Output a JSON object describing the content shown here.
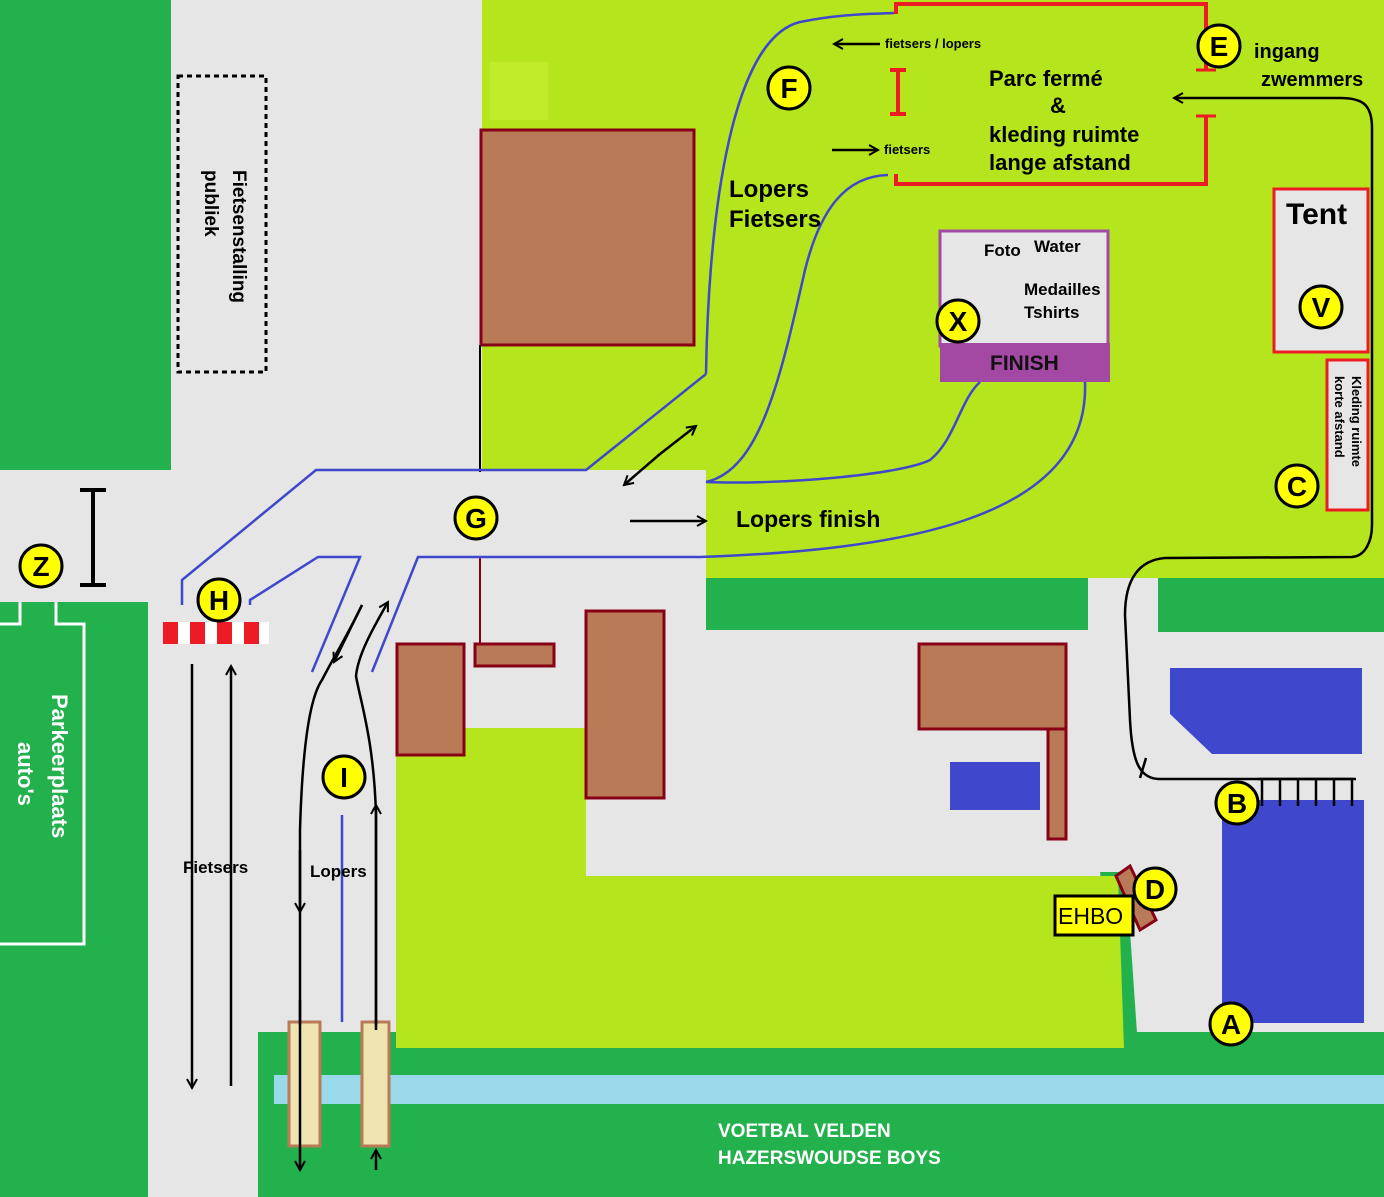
{
  "colors": {
    "road": "#e6e6e6",
    "grass_dark": "#23b14d",
    "grass_light": "#b5e61d",
    "building": "#b97a57",
    "building_border": "#880015",
    "pool": "#3f48cc",
    "water": "#99d9ea",
    "route": "#3f48cc",
    "fence_red": "#ed1c24",
    "finish": "#a349a4",
    "marker": "#ffff00",
    "bridge": "#efe4b0"
  },
  "markers": [
    "Z",
    "H",
    "G",
    "I",
    "F",
    "E",
    "X",
    "V",
    "C",
    "B",
    "D",
    "A"
  ],
  "labels": {
    "fietsenstalling": "Fietsenstalling",
    "publiek": "publiek",
    "parkeerplaats": "Parkeerplaats",
    "autos": "auto's",
    "fietsers_lopers": "fietsers / lopers",
    "fietsers_small": "fietsers",
    "parc_ferme": "Parc fermé",
    "amp": "&",
    "kleding_ruimte": "kleding ruimte",
    "lange_afstand": "lange afstand",
    "ingang": "ingang",
    "zwemmers": "zwemmers",
    "lopers": "Lopers",
    "fietsers_cap": "Fietsers",
    "tent": "Tent",
    "foto": "Foto",
    "water": "Water",
    "medailles": "Medailles",
    "tshirts": "Tshirts",
    "finish": "FINISH",
    "kleding_ruimte_v": "Kleding ruimte",
    "korte_afstand": "korte afstand",
    "lopers_finish": "Lopers finish",
    "fietsers_lane": "Fietsers",
    "lopers_lane": "Lopers",
    "ehbo": "EHBO",
    "voetbal": "VOETBAL VELDEN",
    "hazerswoudse": "HAZERSWOUDSE BOYS"
  }
}
